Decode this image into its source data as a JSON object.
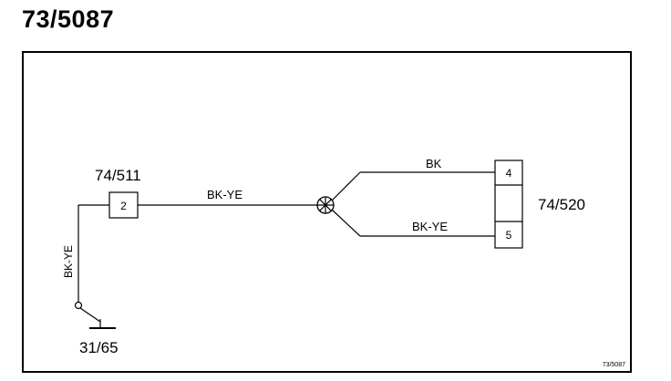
{
  "page_title": "73/5087",
  "connectors": {
    "left": {
      "id": "74/511",
      "pin": "2"
    },
    "right": {
      "id": "74/520",
      "pin_top": "4",
      "pin_bottom": "5"
    },
    "ground": {
      "id": "31/65"
    }
  },
  "wires": {
    "main": "BK-YE",
    "vertical": "BK-YE",
    "upper_branch": "BK",
    "lower_branch": "BK-YE"
  },
  "footer_ref": "73/5087"
}
